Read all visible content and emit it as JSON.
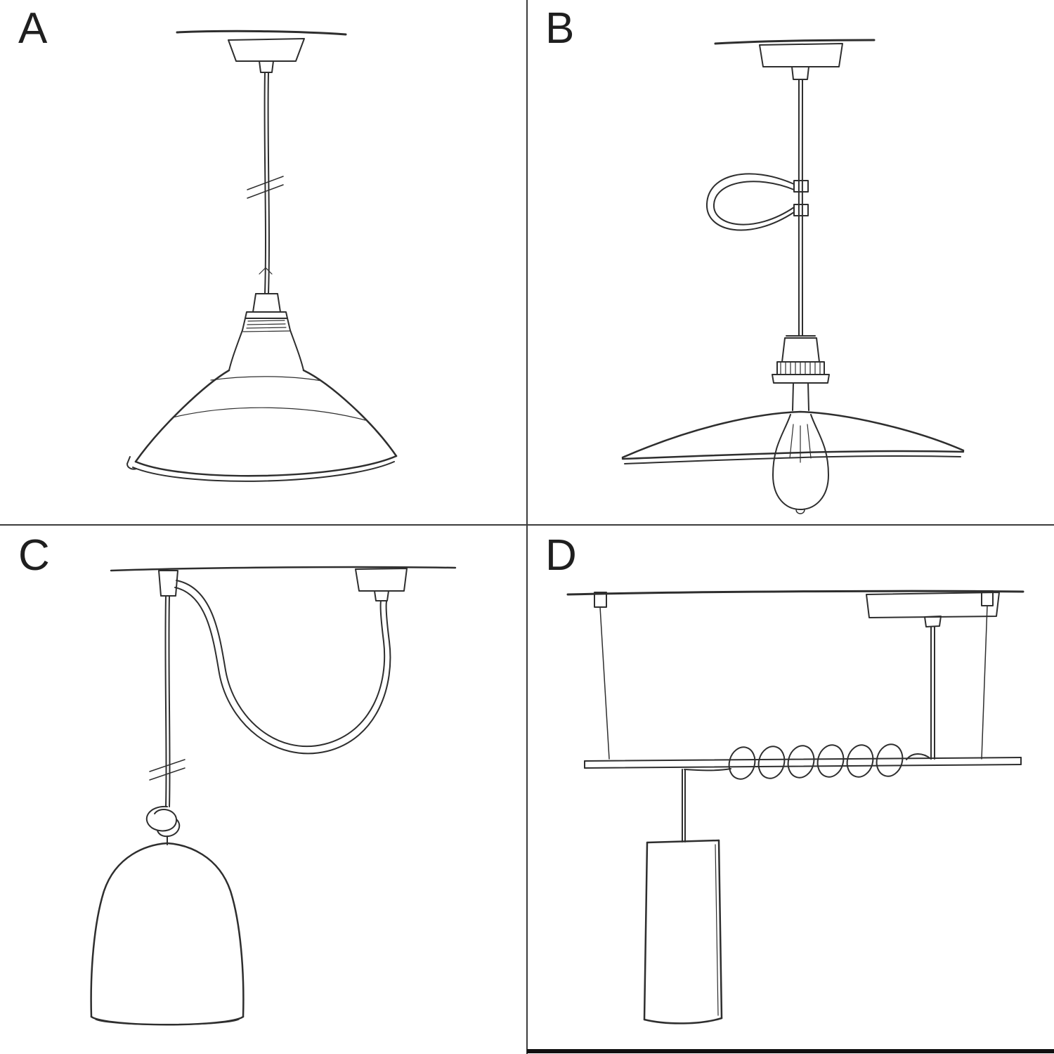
{
  "theme": {
    "background": "#ffffff",
    "ink": "#2e2e2e",
    "divider": "#3c3c3c",
    "bottom_bar": "#101010"
  },
  "panels": [
    {
      "label": "A"
    },
    {
      "label": "B"
    },
    {
      "label": "C"
    },
    {
      "label": "D"
    }
  ]
}
